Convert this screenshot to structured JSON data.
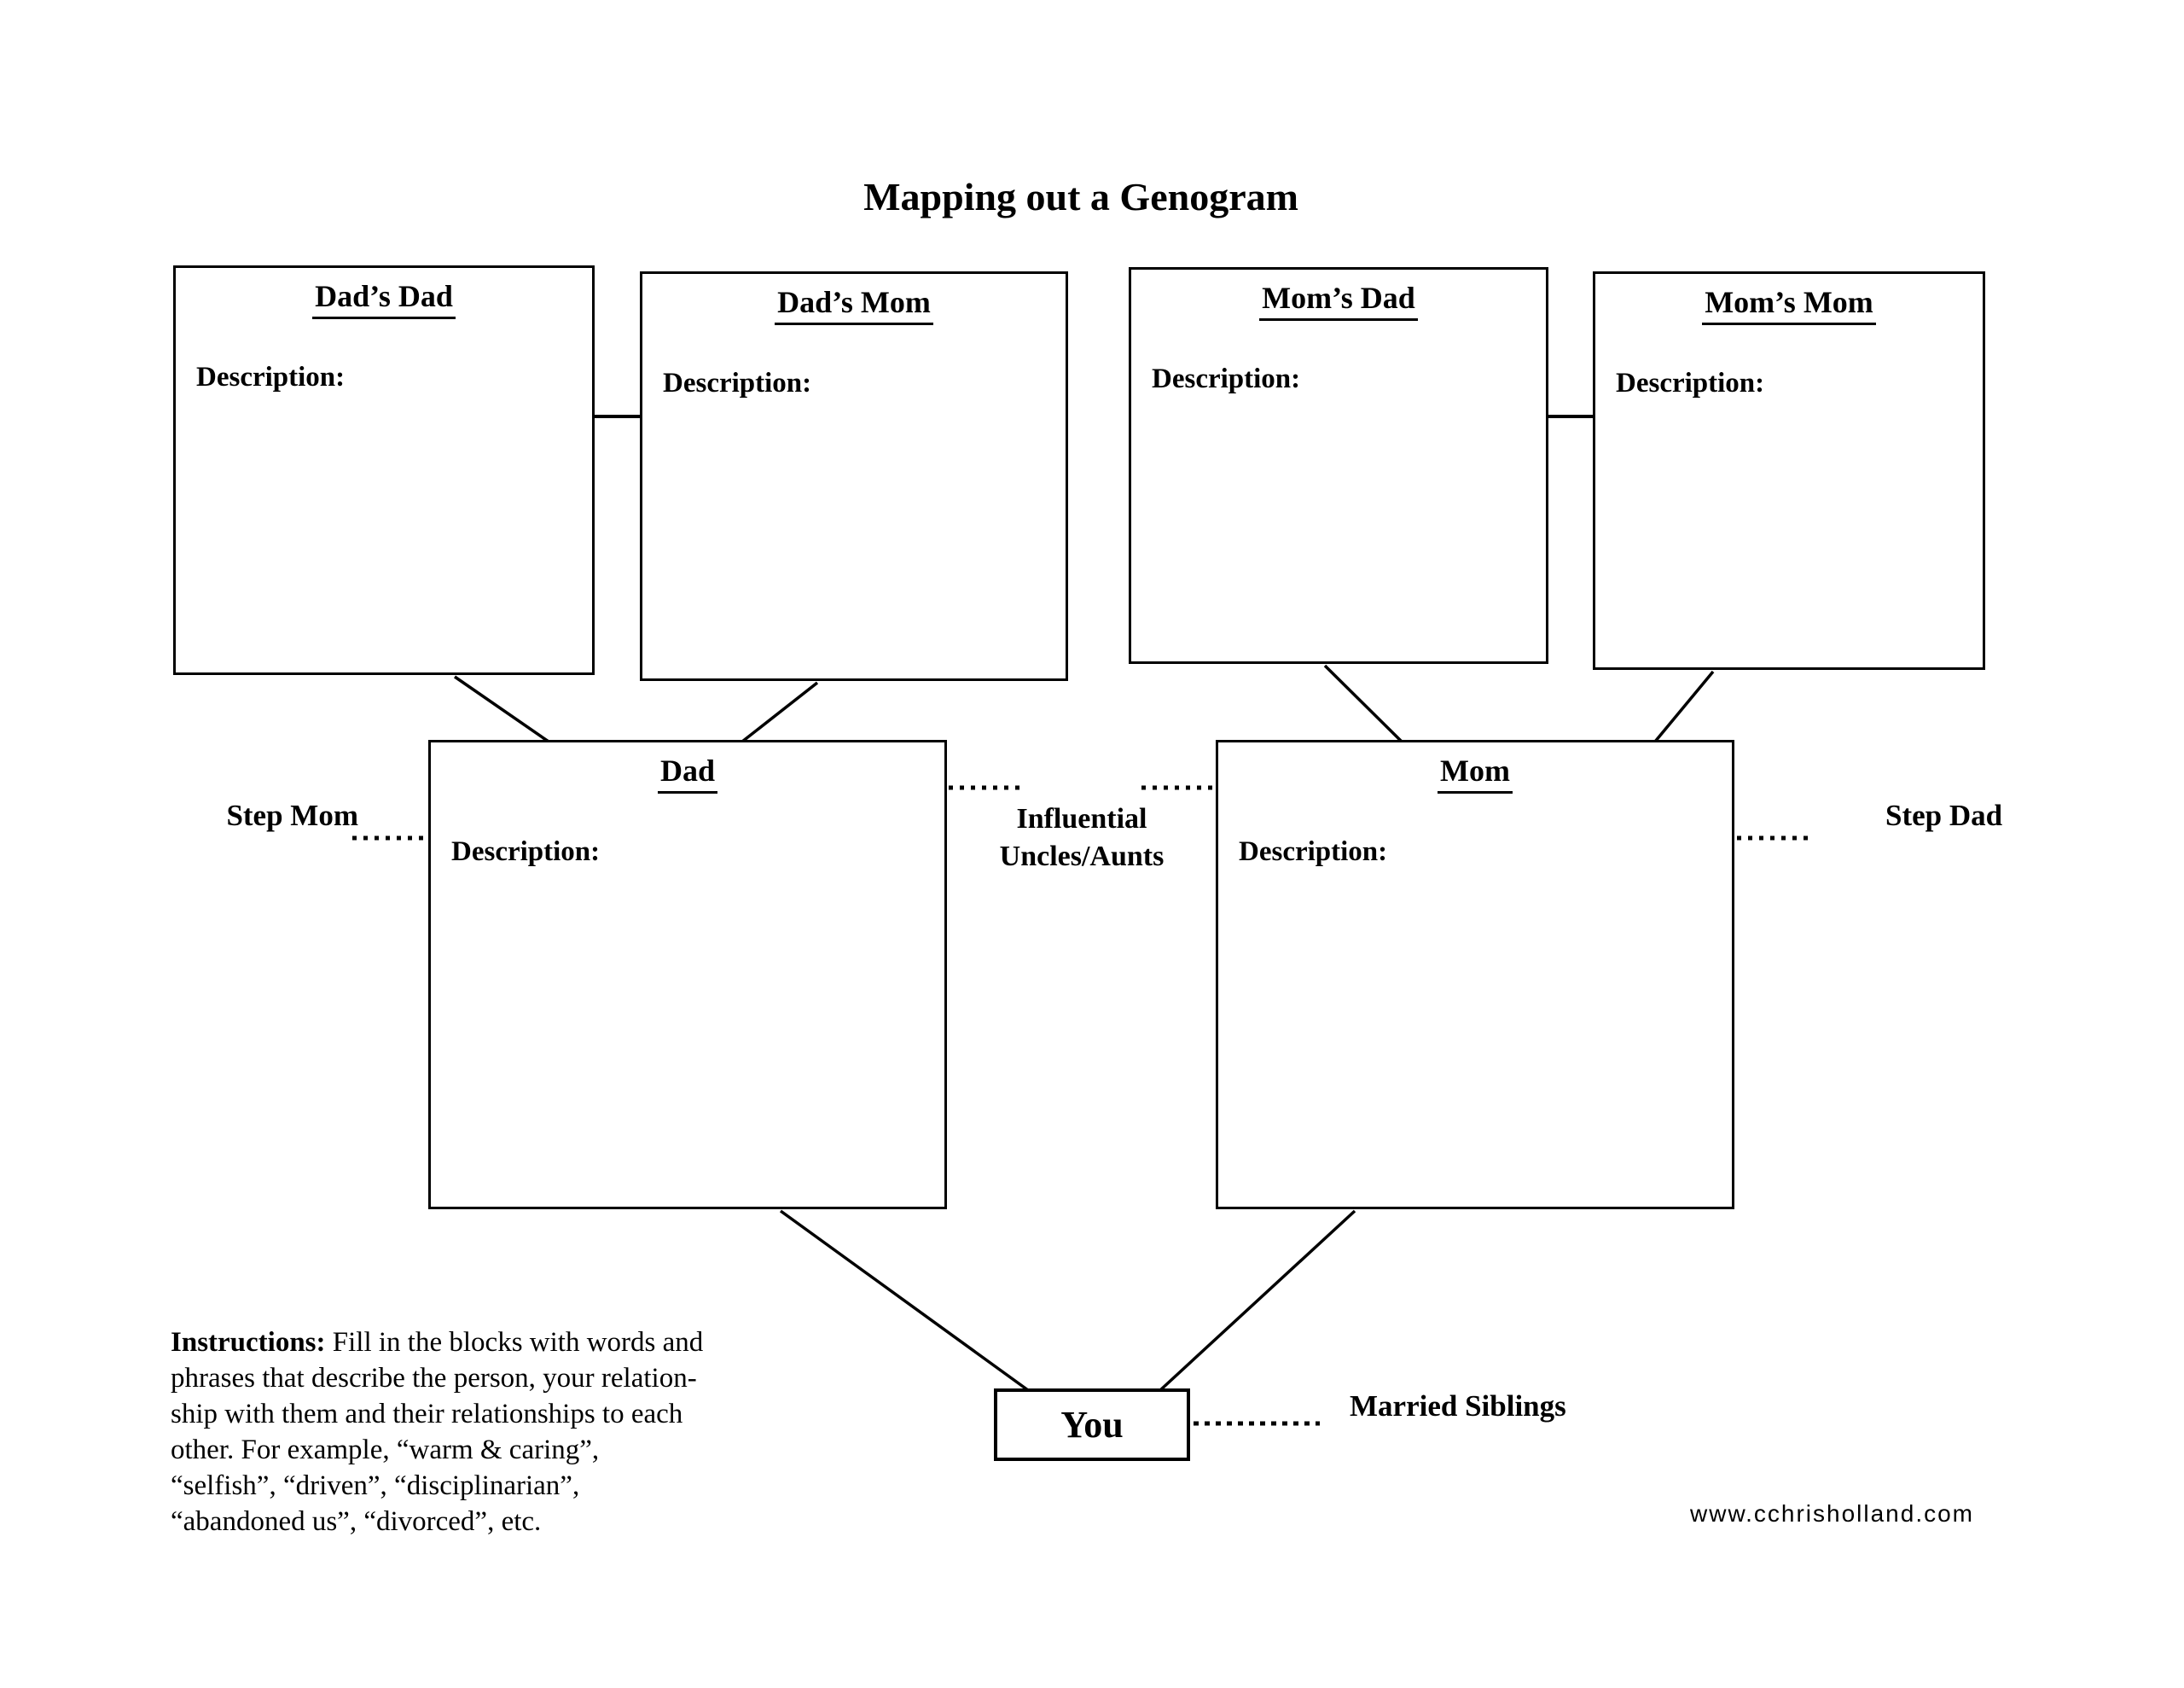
{
  "title": "Mapping out a Genogram",
  "boxes": {
    "dads_dad": {
      "title": "Dad’s Dad",
      "description_label": "Description:"
    },
    "dads_mom": {
      "title": "Dad’s Mom",
      "description_label": "Description:"
    },
    "moms_dad": {
      "title": "Mom’s Dad",
      "description_label": "Description:"
    },
    "moms_mom": {
      "title": "Mom’s Mom",
      "description_label": "Description:"
    },
    "dad": {
      "title": "Dad",
      "description_label": "Description:"
    },
    "mom": {
      "title": "Mom",
      "description_label": "Description:"
    },
    "you": {
      "title": "You"
    }
  },
  "labels": {
    "step_mom": "Step Mom",
    "step_dad": "Step Dad",
    "influential_line1": "Influential",
    "influential_line2": "Uncles/Aunts",
    "married_siblings": "Married Siblings"
  },
  "instructions": {
    "heading": "Instructions:",
    "line1_rest": " Fill in the blocks with words and",
    "line2": "phrases that describe the person, your relation-",
    "line3": "ship with them and their relationships to each",
    "line4": "other. For example, “warm & caring”,",
    "line5": "“selfish”, “driven”, “disciplinarian”,",
    "line6": "“abandoned us”, “divorced”, etc."
  },
  "footer": {
    "website": "www.cchrisholland.com"
  },
  "colors": {
    "ink": "#000000",
    "background": "#ffffff"
  }
}
